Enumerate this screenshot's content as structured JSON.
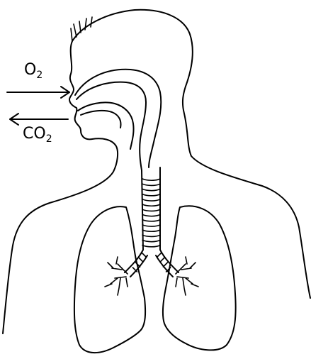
{
  "diagram": {
    "oxygen_label": {
      "main": "O",
      "sub": "2"
    },
    "co2_label": {
      "main": "CO",
      "sub": "2"
    }
  }
}
